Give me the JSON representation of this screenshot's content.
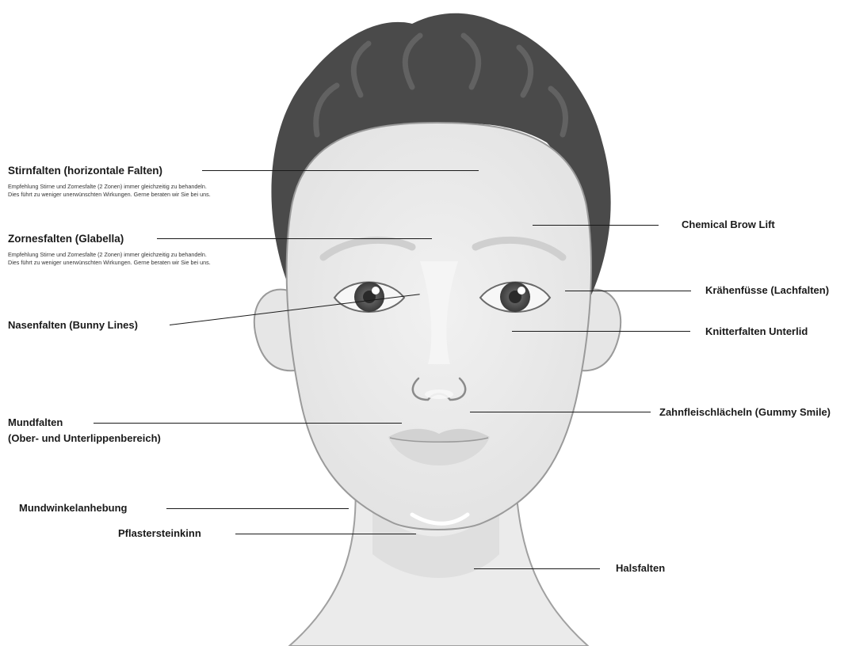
{
  "labels": {
    "stirnfalten": "Stirnfalten (horizontale Falten)",
    "zornesfalten": "Zornesfalten (Glabella)",
    "nasenfalten": "Nasenfalten (Bunny Lines)",
    "mundfalten_1": "Mundfalten",
    "mundfalten_2": "(Ober- und Unterlippenbereich)",
    "mundwinkel": "Mundwinkelanhebung",
    "pflastersteinkinn": "Pflastersteinkinn",
    "chemical_brow_lift": "Chemical Brow Lift",
    "kraehenfuesse": "Krähenfüsse (Lachfalten)",
    "knitterfalten": "Knitterfalten Unterlid",
    "zahnfleisch": "Zahnfleischlächeln (Gummy Smile)",
    "halsfalten": "Halsfalten"
  },
  "notes": {
    "stirnfalten": "Empfehlung Stirne und Zornesfalte (2 Zonen) immer gleichzeitig zu behandeln. Dies führt zu weniger unerwünschten Wirkungen. Gerne beraten wir Sie bei uns.",
    "zornesfalten": "Empfehlung Stirne und Zornesfalte (2 Zonen) immer gleichzeitig zu behandeln. Dies führt zu weniger unerwünschten Wirkungen. Gerne beraten wir Sie bei uns."
  },
  "colors": {
    "hair": "#4a4a4a",
    "hair_highlight": "#5e5e5e",
    "skin": "#ececec",
    "skin_outline": "#9a9a9a",
    "shadow": "#d6d6d6",
    "line": "#1a1a1a"
  }
}
